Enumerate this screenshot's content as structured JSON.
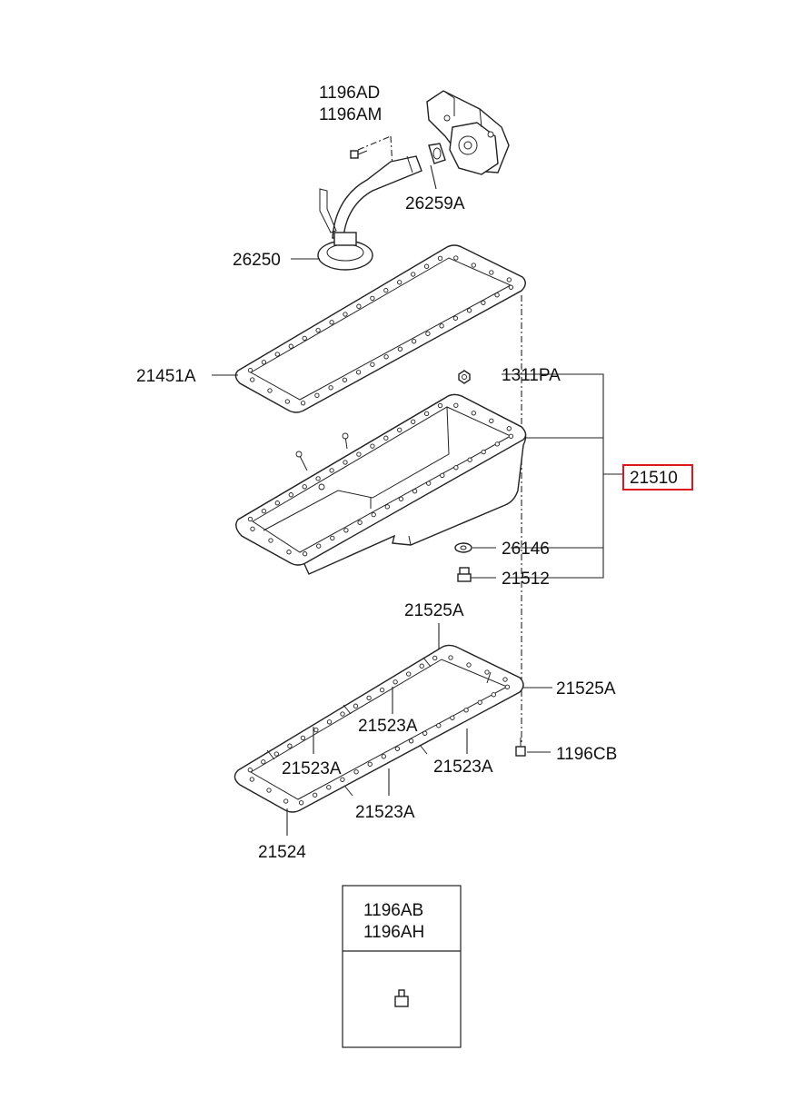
{
  "labels": {
    "p1196AD": "1196AD",
    "p1196AM": "1196AM",
    "p26259A": "26259A",
    "p26250": "26250",
    "p21451A": "21451A",
    "p1311PA": "1311PA",
    "p21510": "21510",
    "p26146": "26146",
    "p21512": "21512",
    "p21525A_top": "21525A",
    "p21525A_right": "21525A",
    "p21523A_1": "21523A",
    "p21523A_2": "21523A",
    "p21523A_3": "21523A",
    "p21523A_4": "21523A",
    "p1196CB": "1196CB",
    "p21524": "21524",
    "p1196AB": "1196AB",
    "p1196AH": "1196AH"
  },
  "colors": {
    "highlight_box": "#e0141e",
    "line": "#222222",
    "text": "#111111"
  }
}
